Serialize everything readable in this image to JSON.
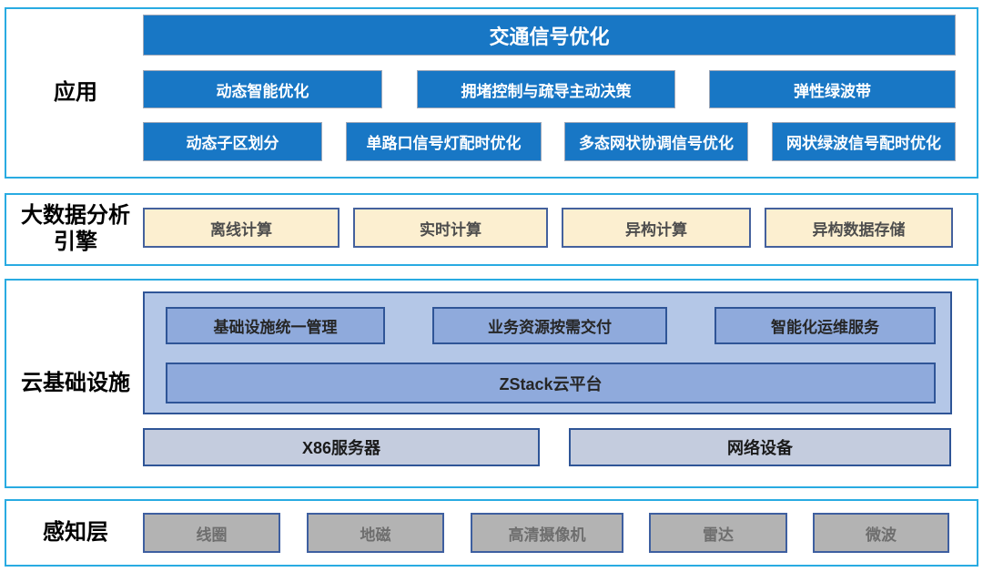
{
  "layers": {
    "app": {
      "label": "应用",
      "title": "交通信号优化",
      "row2": [
        "动态智能优化",
        "拥堵控制与疏导主动决策",
        "弹性绿波带"
      ],
      "row3": [
        "动态子区划分",
        "单路口信号灯配时优化",
        "多态网状协调信号优化",
        "网状绿波信号配时优化"
      ]
    },
    "bigdata": {
      "label": "大数据分析引擎",
      "label_line1": "大数据分析",
      "label_line2": "引擎",
      "items": [
        "离线计算",
        "实时计算",
        "异构计算",
        "异构数据存储"
      ]
    },
    "cloud": {
      "label": "云基础设施",
      "services": [
        "基础设施统一管理",
        "业务资源按需交付",
        "智能化运维服务"
      ],
      "platform": "ZStack云平台",
      "hardware": [
        "X86服务器",
        "网络设备"
      ]
    },
    "perception": {
      "label": "感知层",
      "items": [
        "线圈",
        "地磁",
        "高清摄像机",
        "雷达",
        "微波"
      ]
    }
  },
  "colors": {
    "section_border": "#29ABE2",
    "app_box_fill": "#1877C5",
    "app_box_text": "#FFFFFF",
    "cream_fill": "#FCEFD0",
    "cream_border": "#44619D",
    "cream_text": "#4D4D4D",
    "cloud_container_fill": "#B4C7E7",
    "cloud_box_fill": "#8FAADC",
    "cloud_border": "#2F5597",
    "hardware_fill": "#C4CCDE",
    "perception_fill": "#B3B3B3",
    "perception_text": "#6E6E6E",
    "label_text": "#000000"
  }
}
